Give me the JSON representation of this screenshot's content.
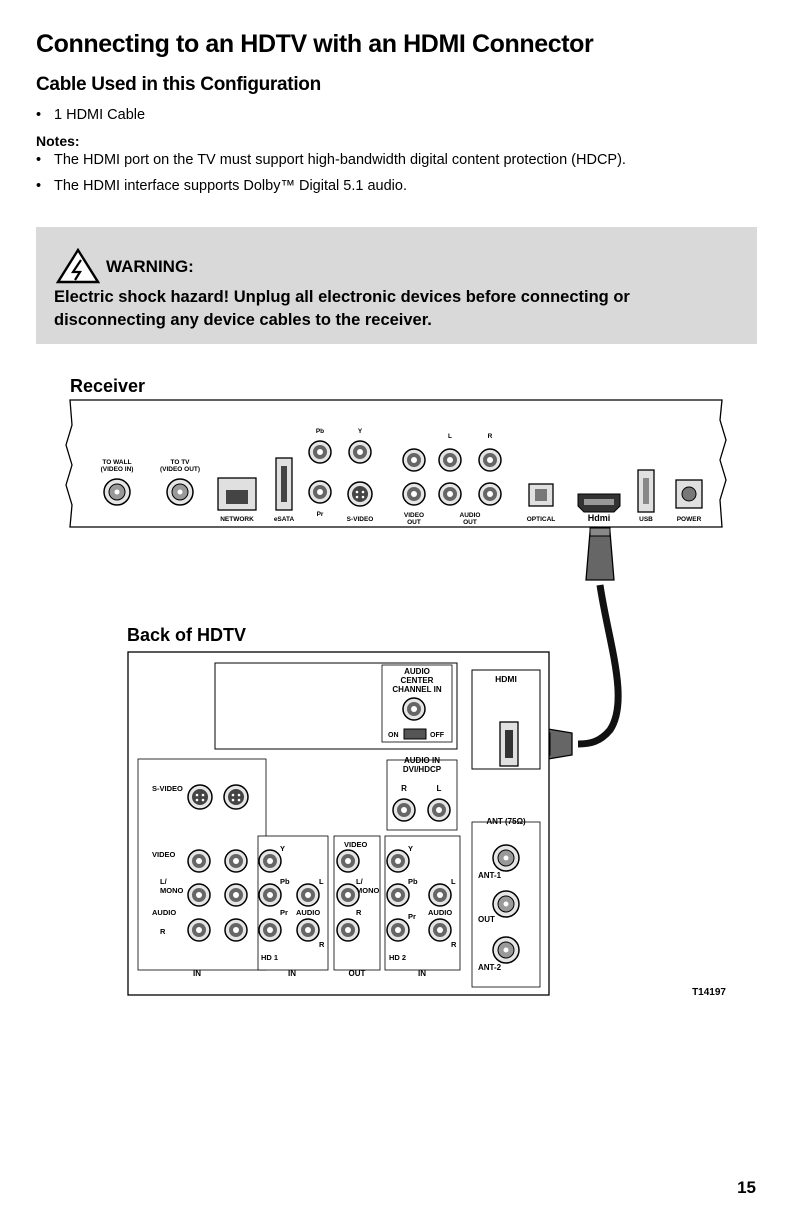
{
  "title": "Connecting to an HDTV with an HDMI Connector",
  "subtitle": "Cable Used in this Configuration",
  "cables": [
    "1 HDMI Cable"
  ],
  "notes_heading": "Notes:",
  "notes": [
    "The HDMI port on the TV must support high-bandwidth digital content protection (HDCP).",
    "The HDMI interface supports Dolby™ Digital 5.1 audio."
  ],
  "warning": {
    "title": "WARNING:",
    "text": "Electric shock hazard! Unplug all electronic devices before connecting or disconnecting any device cables to the receiver."
  },
  "receiver": {
    "label": "Receiver",
    "ports": {
      "to_wall_1": "TO WALL",
      "to_wall_2": "(VIDEO IN)",
      "to_tv_1": "TO TV",
      "to_tv_2": "(VIDEO OUT)",
      "network": "NETWORK",
      "esata": "eSATA",
      "pb": "Pb",
      "y": "Y",
      "pr": "Pr",
      "svideo": "S-VIDEO",
      "video_out_1": "VIDEO",
      "video_out_2": "OUT",
      "audio_out_1": "AUDIO",
      "audio_out_2": "OUT",
      "l": "L",
      "r": "R",
      "optical": "OPTICAL",
      "hdmi_logo": "Hdmi",
      "usb": "USB",
      "power": "POWER"
    }
  },
  "hdtv": {
    "label": "Back of HDTV",
    "audio_center_1": "AUDIO",
    "audio_center_2": "CENTER",
    "audio_center_3": "CHANNEL IN",
    "on": "ON",
    "off": "OFF",
    "audio_in_1": "AUDIO IN",
    "audio_in_2": "DVI/HDCP",
    "r": "R",
    "l": "L",
    "hdmi": "HDMI",
    "ant_group": "ANT (75Ω)",
    "ant1": "ANT-1",
    "out": "OUT",
    "ant2": "ANT-2",
    "svideo": "S-VIDEO",
    "video": "VIDEO",
    "l_mono_1": "L/",
    "l_mono_2": "MONO",
    "audio": "AUDIO",
    "y": "Y",
    "pb": "Pb",
    "pr": "Pr",
    "hd1": "HD 1",
    "hd2": "HD 2",
    "in": "IN",
    "out_label": "OUT"
  },
  "figure_id": "T14197",
  "page_number": "15"
}
